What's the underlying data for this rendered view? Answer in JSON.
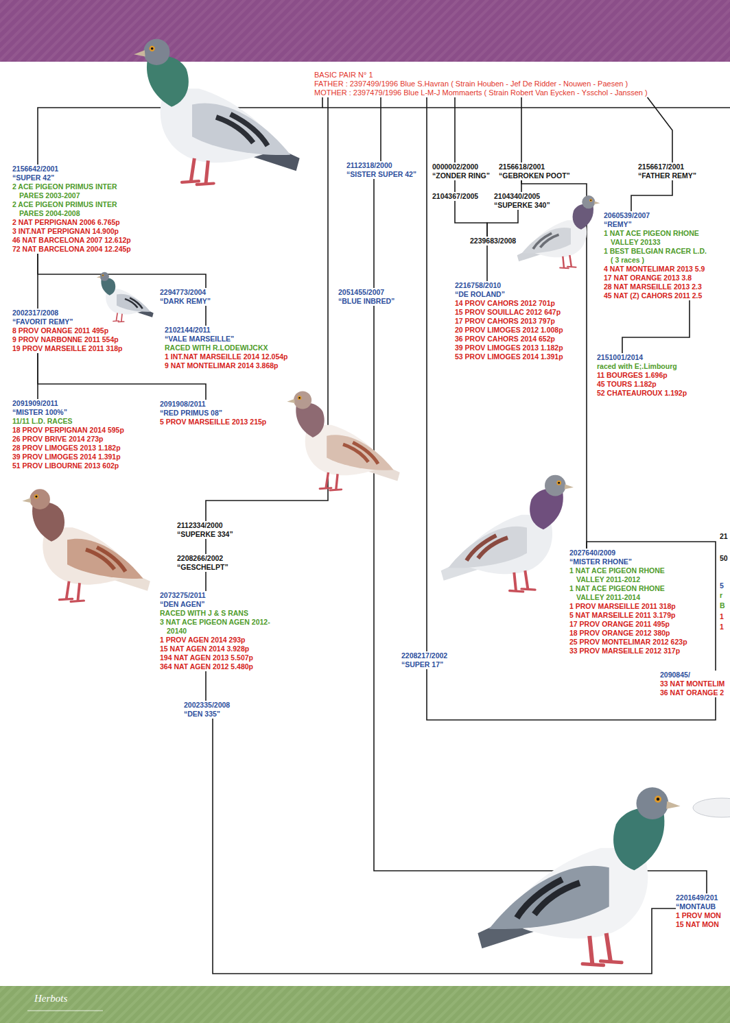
{
  "diagram": {
    "nodes": [
      {
        "text": [
          "BASIC PAIR N° 1",
          "FATHER : 2397499/1996 Blue S.Havran ( Strain Houben - Jef De Ridder - Nouwen - Paesen )",
          "MOTHER : 2397479/1996 Blue L-M-J Mommaerts ( Strain Robert Van Eycken - Ysschol - Janssen )"
        ]
      },
      {
        "text": [
          "2156642/2001",
          "“SUPER 42”",
          "2 ACE PIGEON PRIMUS INTER PARES 2003-2007",
          "2 ACE PIGEON PRIMUS INTER PARES 2004-2008",
          "2 NAT PERPIGNAN 2006 6.765p",
          "3 INT.NAT PERPIGNAN 14.900p",
          "46 NAT BARCELONA 2007 12.612p",
          "72 NAT BARCELONA 2004 12.245p"
        ]
      },
      {
        "text": [
          "2112318/2000",
          "“SISTER SUPER 42”"
        ]
      },
      {
        "text": [
          "0000002/2000",
          "“ZONDER RING”"
        ]
      },
      {
        "text": [
          "2156618/2001",
          "“GEBROKEN POOT”"
        ]
      },
      {
        "text": [
          "2156617/2001",
          "“FATHER REMY”"
        ]
      },
      {
        "text": [
          "2104367/2005"
        ]
      },
      {
        "text": [
          "2104340/2005",
          "“SUPERKE 340”"
        ]
      },
      {
        "text": [
          "2060539/2007",
          "“REMY”",
          "1 NAT ACE PIGEON RHONE VALLEY 20133",
          "1 BEST BELGIAN RACER L.D. ( 3 races )",
          "4 NAT MONTELIMAR 2013 5.9",
          "17 NAT ORANGE 2013 3.8",
          "28 NAT MARSEILLE 2013 2.3",
          "45 NAT (Z) CAHORS 2011 2.5"
        ]
      },
      {
        "text": [
          "2239683/2008"
        ]
      },
      {
        "text": [
          "2216758/2010",
          "“DE ROLAND”",
          "14 PROV CAHORS 2012 701p",
          "15 PROV SOUILLAC 2012 647p",
          "17 PROV CAHORS 2013 797p",
          "20 PROV LIMOGES 2012 1.008p",
          "36 PROV CAHORS 2014 652p",
          "39 PROV LIMOGES 2013 1.182p",
          "53 PROV LIMOGES 2014 1.391p"
        ]
      },
      {
        "text": [
          "2051455/2007",
          "“BLUE INBRED”"
        ]
      },
      {
        "text": [
          "2294773/2004",
          "“DARK REMY”"
        ]
      },
      {
        "text": [
          "2002317/2008",
          "“FAVORIT REMY”",
          "8 PROV ORANGE 2011 495p",
          "9 PROV NARBONNE 2011 554p",
          "19 PROV MARSEILLE 2011 318p"
        ]
      },
      {
        "text": [
          "2102144/2011",
          "“VALE MARSEILLE”",
          "RACED WITH R.LODEWIJCKX",
          "1 INT.NAT MARSEILLE 2014 12.054p",
          "9 NAT MONTELIMAR 2014 3.868p"
        ]
      },
      {
        "text": [
          "2151001/2014",
          "raced with E;.Limbourg",
          "11 BOURGES 1.696p",
          "45 TOURS 1.182p",
          "52 CHATEAUROUX 1.192p"
        ]
      },
      {
        "text": [
          "2091909/2011",
          "“MISTER 100%”",
          "11/11 L.D. RACES",
          "18 PROV PERPIGNAN 2014 595p",
          "26 PROV BRIVE 2014 273p",
          "28 PROV LIMOGES 2013 1.182p",
          "39 PROV LIMOGES 2014 1.391p",
          "51 PROV LIBOURNE 2013 602p"
        ]
      },
      {
        "text": [
          "2091908/2011",
          "“RED PRIMUS 08”",
          "5 PROV MARSEILLE 2013 215p"
        ]
      },
      {
        "text": [
          "2112334/2000",
          "“SUPERKE 334”"
        ]
      },
      {
        "text": [
          "2208266/2002",
          "“GESCHELPT”"
        ]
      },
      {
        "text": [
          "2073275/2011",
          "“DEN AGEN”",
          "RACED WITH J & S RANS",
          "3 NAT ACE PIGEON AGEN 2012-20140",
          "1 PROV AGEN 2014 293p",
          "15 NAT AGEN 2014 3.928p",
          "194 NAT AGEN 2013 5.507p",
          "364 NAT AGEN 2012 5.480p"
        ]
      },
      {
        "text": [
          "2027640/2009",
          "“MISTER RHONE”",
          "1 NAT ACE PIGEON RHONE VALLEY 2011-2012",
          "1 NAT ACE PIGEON RHONE VALLEY 2011-2014",
          "1 PROV MARSEILLE 2011 318p",
          "5 NAT MARSEILLE 2011 3.179p",
          "17 PROV ORANGE 2011 495p",
          "18 PROV ORANGE 2012 380p",
          "25 PROV MONTELIMAR 2012 623p",
          "33 PROV MARSEILLE 2012 317p"
        ]
      },
      {
        "text": [
          "2208217/2002",
          "“SUPER 17”"
        ]
      },
      {
        "text": [
          "2002335/2008",
          "“DEN 335”"
        ]
      },
      {
        "text": [
          "2090845/",
          "33 NAT MONTELIM",
          "36 NAT ORANGE 2"
        ]
      },
      {
        "text": [
          "2201649/201",
          "“MONTAUB",
          "1 PROV MON",
          "15 NAT MON"
        ]
      }
    ],
    "edges": [
      {
        "from": 0,
        "to": 1,
        "arrow": "none"
      },
      {
        "from": 0,
        "to": 2,
        "arrow": "none"
      },
      {
        "from": 0,
        "to": 3,
        "arrow": "none"
      },
      {
        "from": 0,
        "to": 4,
        "arrow": "none"
      },
      {
        "from": 0,
        "to": 5,
        "arrow": "none"
      },
      {
        "from": 0,
        "to": 18,
        "arrow": "none"
      },
      {
        "from": 0,
        "to": 22,
        "arrow": "none"
      },
      {
        "from": 1,
        "to": 13,
        "arrow": "none"
      },
      {
        "from": 1,
        "to": 12,
        "arrow": "none"
      },
      {
        "from": 12,
        "to": 14,
        "arrow": "none"
      },
      {
        "from": 13,
        "to": 16,
        "arrow": "none"
      },
      {
        "from": 13,
        "to": 17,
        "arrow": "none"
      },
      {
        "from": 2,
        "to": 11,
        "arrow": "none"
      },
      {
        "from": 3,
        "to": 6,
        "arrow": "none"
      },
      {
        "from": 4,
        "to": 7,
        "arrow": "none"
      },
      {
        "from": 6,
        "to": 9,
        "arrow": "none"
      },
      {
        "from": 7,
        "to": 9,
        "arrow": "none"
      },
      {
        "from": 9,
        "to": 10,
        "arrow": "none"
      },
      {
        "from": 5,
        "to": 8,
        "arrow": "none"
      },
      {
        "from": 4,
        "to": 21,
        "arrow": "none"
      },
      {
        "from": 8,
        "to": 15,
        "arrow": "none"
      },
      {
        "from": 11,
        "to": 25,
        "arrow": "none"
      },
      {
        "from": 18,
        "to": 19,
        "arrow": "none"
      },
      {
        "from": 19,
        "to": 20,
        "arrow": "none"
      },
      {
        "from": 20,
        "to": 23,
        "arrow": "none"
      },
      {
        "from": 23,
        "to": 25,
        "arrow": "none"
      },
      {
        "from": 22,
        "to": 24,
        "arrow": "none"
      },
      {
        "from": 21,
        "to": 24,
        "arrow": "none"
      }
    ],
    "labels": [
      "Herbots",
      "21",
      "50",
      "5",
      "r",
      "B",
      "1",
      "1"
    ]
  }
}
